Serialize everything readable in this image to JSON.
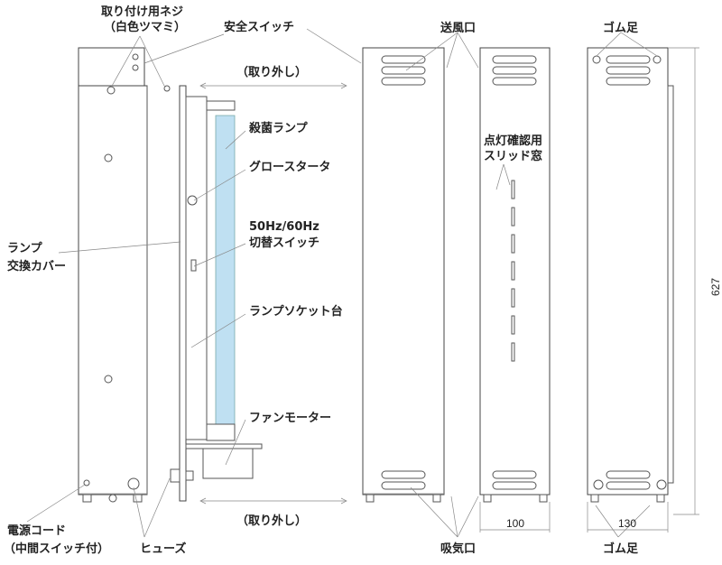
{
  "labels": {
    "mount_screw": "取り付け用ネジ",
    "mount_screw_sub": "（白色ツマミ）",
    "safety_switch": "安全スイッチ",
    "removable_top": "（取り外し）",
    "germicidal_lamp": "殺菌ランプ",
    "glow_starter": "グロースタータ",
    "freq_switch_1": "50Hz/60Hz",
    "freq_switch_2": "切替スイッチ",
    "lamp_socket": "ランプソケット台",
    "fan_motor": "ファンモーター",
    "lamp_cover_1": "ランプ",
    "lamp_cover_2": "交換カバー",
    "removable_bottom": "（取り外し）",
    "power_cord_1": "電源コード",
    "power_cord_2": "（中間スイッチ付）",
    "fuse": "ヒューズ",
    "outlet": "送風口",
    "rubber_feet_top": "ゴム足",
    "slit_window_1": "点灯確認用",
    "slit_window_2": "スリッド窓",
    "inlet": "吸気口",
    "rubber_feet_bottom": "ゴム足"
  },
  "dimensions": {
    "width_side": "100",
    "width_back": "130",
    "height": "627"
  },
  "colors": {
    "lamp": "#bfe0f2"
  }
}
